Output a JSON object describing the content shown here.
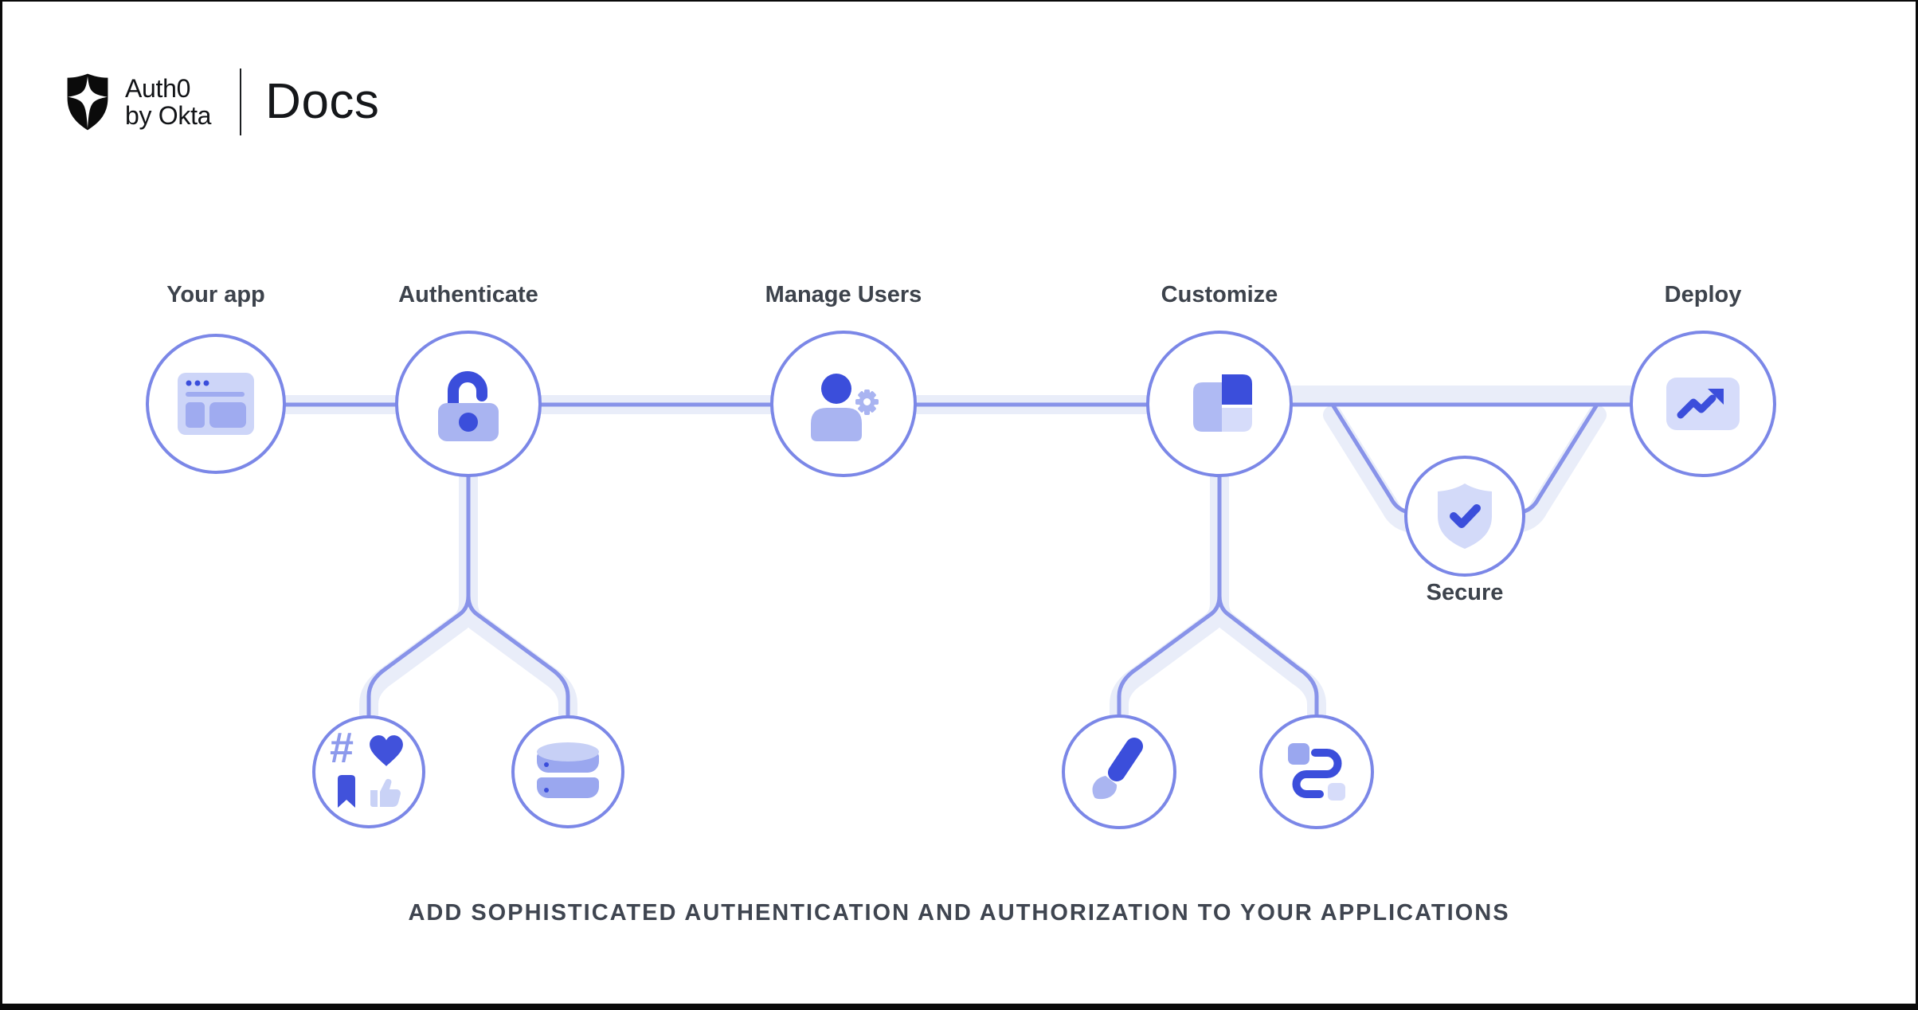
{
  "header": {
    "brand": {
      "line1": "Auth0",
      "line2": "by Okta"
    },
    "product": "Docs"
  },
  "diagram": {
    "labels": {
      "your_app": "Your app",
      "authenticate": "Authenticate",
      "manage_users": "Manage Users",
      "customize": "Customize",
      "secure": "Secure",
      "deploy": "Deploy"
    },
    "hashtag_glyph": "#",
    "icons": {
      "your_app": "browser-window-icon",
      "authenticate": "open-padlock-icon",
      "manage_users": "user-gear-icon",
      "customize": "layout-blocks-icon",
      "secure": "shield-check-icon",
      "deploy": "trend-up-chart-icon",
      "authenticate_children": [
        "social-connections-icon",
        "database-icon"
      ],
      "customize_children": [
        "paintbrush-icon",
        "flow-route-icon"
      ]
    },
    "colors": {
      "accent_dark_blue": "#3B4EDB",
      "line_periwinkle": "#8893E9",
      "circle_border": "#7B87E7",
      "line_glow": "#E9EDF9",
      "light_lavender": "#CDD5F8",
      "medium_periwinkle": "#9FABF0",
      "label_text": "#3D434C"
    }
  },
  "tagline": {
    "text": "ADD SOPHISTICATED AUTHENTICATION AND AUTHORIZATION TO YOUR APPLICATIONS"
  }
}
